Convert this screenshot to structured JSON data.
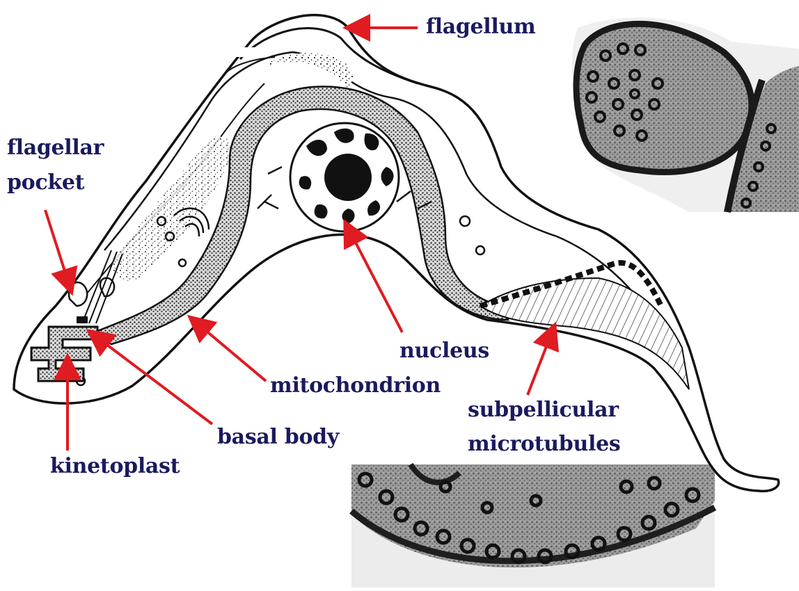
{
  "colors": {
    "label": "#1a1a5e",
    "arrow": "#e01b22",
    "ink": "#111111",
    "background": "#ffffff",
    "micrograph": "#8a8a8a"
  },
  "labels": {
    "flagellum": "flagellum",
    "flagellar_pocket_line1": "flagellar",
    "flagellar_pocket_line2": "pocket",
    "nucleus": "nucleus",
    "mitochondrion": "mitochondrion",
    "basal_body": "basal body",
    "kinetoplast": "kinetoplast",
    "subpellicular_line1": "subpellicular",
    "subpellicular_line2": "microtubules"
  }
}
